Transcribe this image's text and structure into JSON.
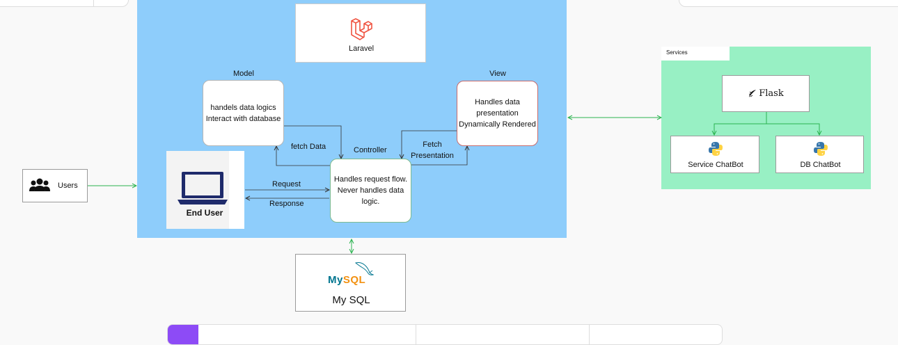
{
  "diagram": {
    "users_label": "Users",
    "laravel_label": "Laravel",
    "model": {
      "title": "Model",
      "line1": "handels data logics",
      "line2": "Interact with database"
    },
    "view": {
      "title": "View",
      "line1": "Handles data",
      "line2": "presentation",
      "line3": "Dynamically Rendered"
    },
    "controller": {
      "title": "Controller",
      "line1": "Handles request flow.",
      "line2": "Never handles data",
      "line3": "logic."
    },
    "end_user_label": "End User",
    "edges": {
      "fetch_data": "fetch Data",
      "fetch_presentation_1": "Fetch",
      "fetch_presentation_2": "Presentation",
      "request": "Request",
      "response": "Response"
    },
    "services": {
      "title": "Services",
      "flask_label": "Flask",
      "service_chatbot": "Service ChatBot",
      "db_chatbot": "DB ChatBot"
    },
    "mysql": {
      "logo_text_my": "My",
      "logo_text_sql": "SQL",
      "label": "My SQL"
    }
  },
  "colors": {
    "laravel_region": "#8ecdfb",
    "services_region": "#98f0c4",
    "connector": "#2ab34f",
    "laravel_red": "#f05340",
    "mysql_blue": "#00758f",
    "mysql_orange": "#f29111",
    "laptop_blue": "#1f2b6b",
    "tab_purple": "#8d4bf6"
  }
}
